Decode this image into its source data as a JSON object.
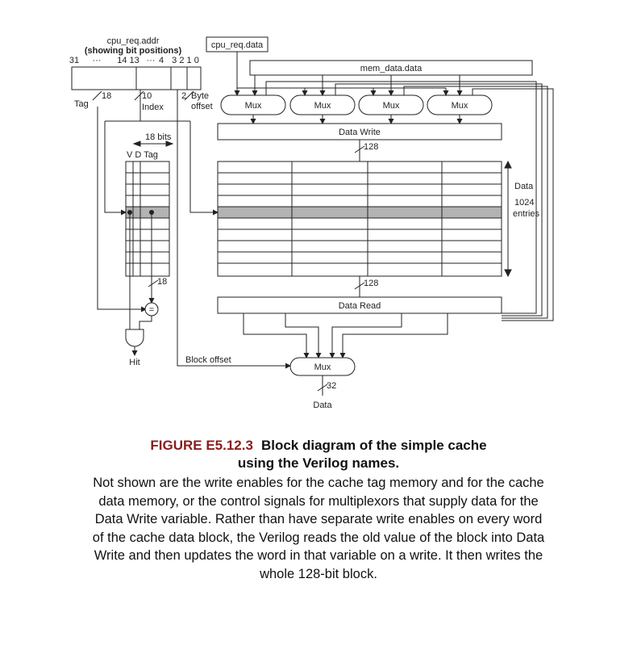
{
  "diagram": {
    "addr": {
      "title": "cpu_req.addr",
      "subtitle": "(showing bit positions)",
      "bit_31": "31",
      "bit_dots1": "···",
      "bit_14_13": "14 13",
      "bit_dots2": "···",
      "bit_4": "4",
      "bit_3210": "3 2 1 0",
      "tag_label": "Tag",
      "tag_bits": "18",
      "index_bits": "10",
      "index_label": "Index",
      "offset_bits": "2",
      "offset_label_1": "Byte",
      "offset_label_2": "offset"
    },
    "cpu_data_label": "cpu_req.data",
    "mem_data_label": "mem_data.data",
    "mux_label": "Mux",
    "data_write_label": "Data Write",
    "write_width": "128",
    "read_width": "128",
    "data_read_label": "Data Read",
    "tag_array": {
      "width_label": "18 bits",
      "columns_label": "V D Tag",
      "compare_width": "18",
      "compare_symbol": "="
    },
    "data_array": {
      "label_1": "Data",
      "label_2": "1024",
      "label_3": "entries"
    },
    "hit_label": "Hit",
    "block_offset_label": "Block offset",
    "out_width": "32",
    "out_label": "Data"
  },
  "caption": {
    "number": "FIGURE E5.12.3",
    "title_1": "Block diagram of the simple cache",
    "title_2": "using the Verilog names.",
    "body": "Not shown are the write enables for the cache tag memory and for the cache data memory, or the control signals for multiplexors that supply data for the Data Write variable. Rather than have separate write enables on every word of the cache data block, the Verilog reads the old value of the block into Data Write and then updates the word in that variable on a write. It then writes the whole 128-bit block."
  }
}
